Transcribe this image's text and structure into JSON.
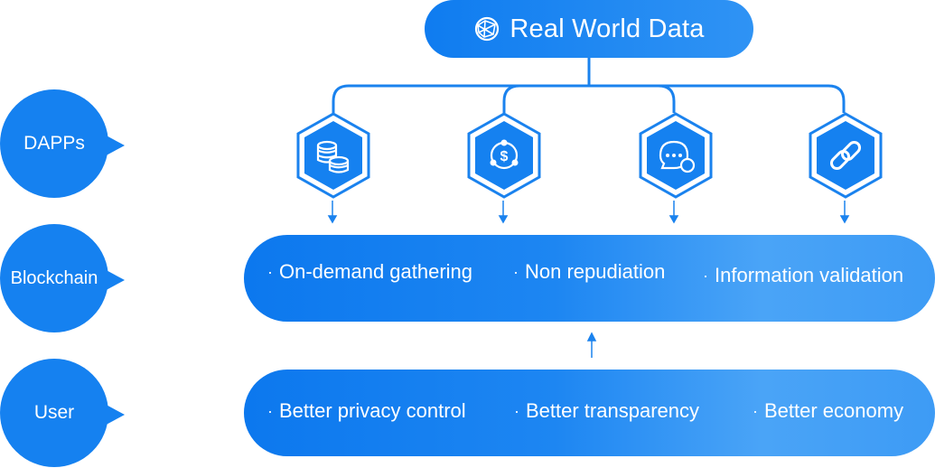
{
  "title": {
    "text": "Real World Data",
    "icon": "globe-network-icon"
  },
  "layers": {
    "dapps": "DAPPs",
    "blockchain": "Blockchain",
    "user": "User"
  },
  "dapp_icons": [
    {
      "icon": "coin-stack-icon"
    },
    {
      "icon": "money-cycle-icon"
    },
    {
      "icon": "chat-bubble-icon"
    },
    {
      "icon": "chain-link-icon"
    }
  ],
  "blockchain_features": [
    {
      "bullet": "·",
      "text": "On-demand gathering"
    },
    {
      "bullet": "·",
      "text": "Non repudiation"
    },
    {
      "bullet": "·",
      "text": "Information validation"
    }
  ],
  "user_benefits": [
    {
      "bullet": "·",
      "text": "Better privacy control"
    },
    {
      "bullet": "·",
      "text": "Better transparency"
    },
    {
      "bullet": "·",
      "text": "Better economy"
    }
  ],
  "colors": {
    "primary": "#1581f0",
    "light": "#4aa4f7",
    "line": "#1a82ee"
  }
}
